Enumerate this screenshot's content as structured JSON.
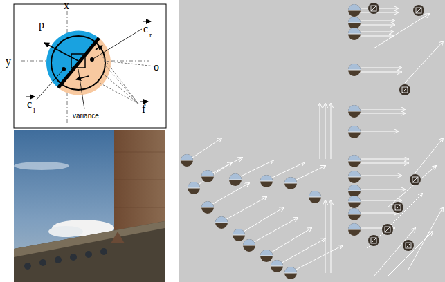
{
  "diagram": {
    "labels": [
      "x",
      "p",
      "c",
      "r",
      "y",
      "o",
      "c",
      "l",
      "variance",
      "f"
    ]
  }
}
